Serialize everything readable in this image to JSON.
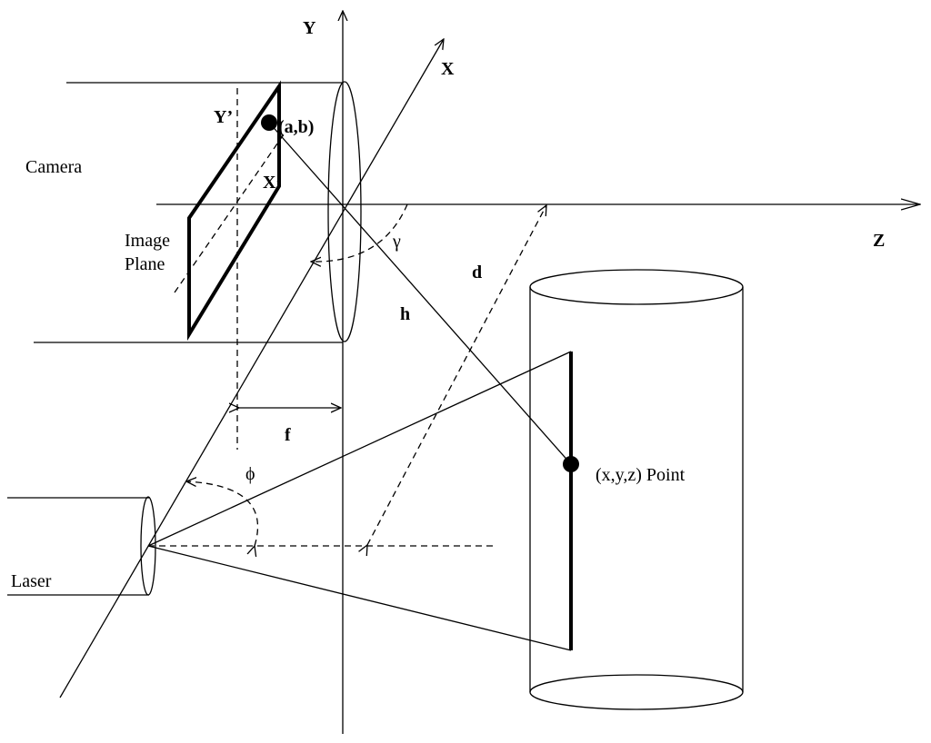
{
  "labels": {
    "axis_y": "Y",
    "axis_x": "X",
    "axis_z": "Z",
    "y_prime": "Y’",
    "x_prime": "X’",
    "image_point": "(a,b)",
    "camera": "Camera",
    "image_plane_line1": "Image",
    "image_plane_line2": "Plane",
    "gamma": "γ",
    "distance_d": "d",
    "distance_h": "h",
    "focal_f": "f",
    "phi": "ϕ",
    "object_point": "(x,y,z) Point",
    "laser": "Laser"
  },
  "colors": {
    "stroke": "#000000",
    "background": "#ffffff"
  }
}
